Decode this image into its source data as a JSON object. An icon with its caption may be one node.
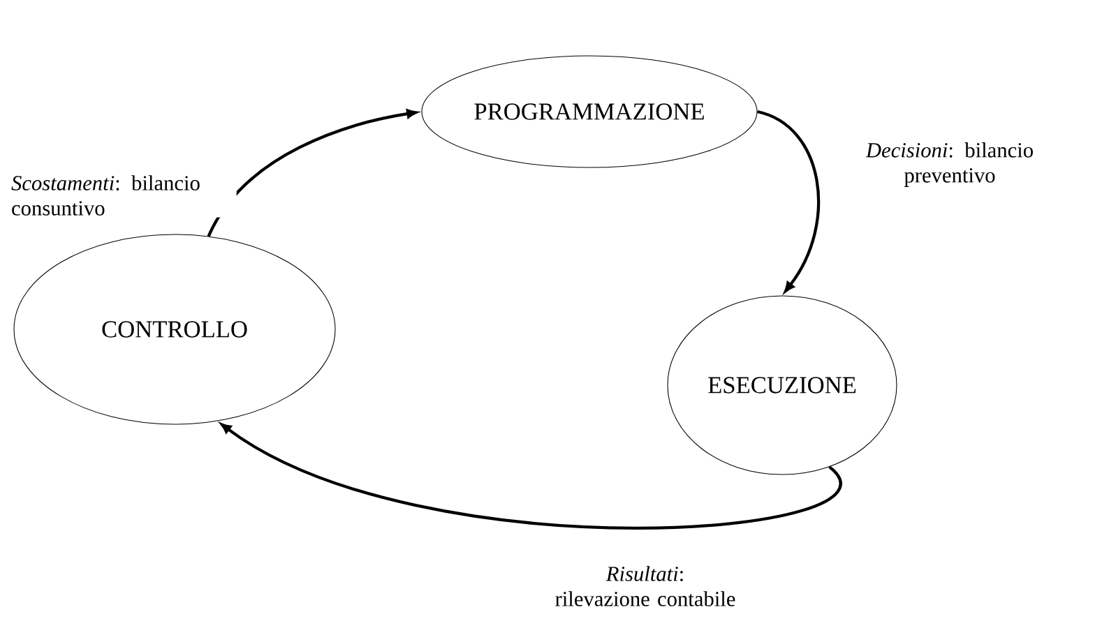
{
  "diagram": {
    "nodes": [
      {
        "text": [
          "PROGRAMMAZIONE"
        ]
      },
      {
        "text": [
          "ESECUZIONE"
        ]
      },
      {
        "text": [
          "CONTROLLO"
        ]
      }
    ],
    "edges": [
      {
        "from": 0,
        "to": 1,
        "arrow": "to",
        "label": "*Decisioni*: bilancio preventivo"
      },
      {
        "from": 1,
        "to": 2,
        "arrow": "to",
        "label": "*Risultati*: rilevazione contabile"
      },
      {
        "from": 2,
        "to": 0,
        "arrow": "to",
        "label": "*Scostamenti*: bilancio consuntivo"
      }
    ]
  }
}
